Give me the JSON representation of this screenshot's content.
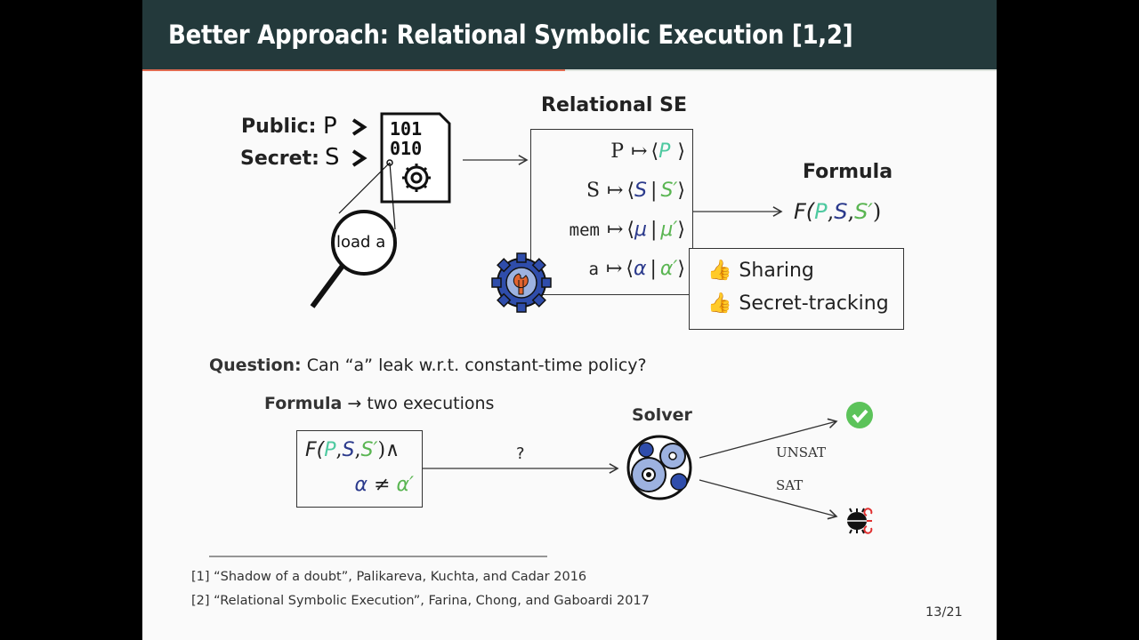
{
  "title": "Better Approach: Relational Symbolic Execution [1,2]",
  "inputs": {
    "public_label": "Public:",
    "public_var": "P",
    "secret_label": "Secret:",
    "secret_var": "S"
  },
  "magnifier_text": "load a",
  "relational_se": {
    "heading": "Relational SE",
    "rows": [
      {
        "lhs": "P",
        "map": "↦",
        "l": "⟨",
        "a": "P",
        "sep": "",
        "b": "",
        "r": "⟩"
      },
      {
        "lhs": "S",
        "map": "↦",
        "l": "⟨",
        "a": "S",
        "sep": "|",
        "b": "S′",
        "r": "⟩"
      },
      {
        "lhs": "mem",
        "map": "↦",
        "l": "⟨",
        "a": "μ",
        "sep": "|",
        "b": "μ′",
        "r": "⟩"
      },
      {
        "lhs": "a",
        "map": "↦",
        "l": "⟨",
        "a": "α",
        "sep": "|",
        "b": "α′",
        "r": "⟩"
      }
    ]
  },
  "formula": {
    "heading": "Formula",
    "F": "F(",
    "P": "P",
    "c1": ",",
    "S": "S",
    "c2": ",",
    "Sp": "S′",
    "close": ")"
  },
  "benefits": [
    "Sharing",
    "Secret-tracking"
  ],
  "question": {
    "label": "Question:",
    "text": "Can “a” leak w.r.t. constant-time policy?"
  },
  "formula_two": {
    "label": "Formula",
    "arrow": "→",
    "text": "two executions"
  },
  "query_box": {
    "F": "F(",
    "P": "P",
    "c1": ",",
    "S": "S",
    "c2": ",",
    "Sp": "S′",
    "close": ")∧",
    "alpha": "α",
    "neq": "≠",
    "alphap": "α′"
  },
  "edge_label": "?",
  "solver": {
    "heading": "Solver",
    "unsat": "UNSAT",
    "sat": "SAT"
  },
  "footnotes": [
    "[1] “Shadow of a doubt”, Palikareva, Kuchta, and Cadar 2016",
    "[2] “Relational Symbolic Execution”, Farina, Chong, and Gaboardi 2017"
  ],
  "page_number": "13/21",
  "colors": {
    "header": "#23393b",
    "public": "#4ec9a0",
    "secret": "#2b3a8c",
    "secret_copy": "#5ab552",
    "progress": "#e06a50"
  }
}
